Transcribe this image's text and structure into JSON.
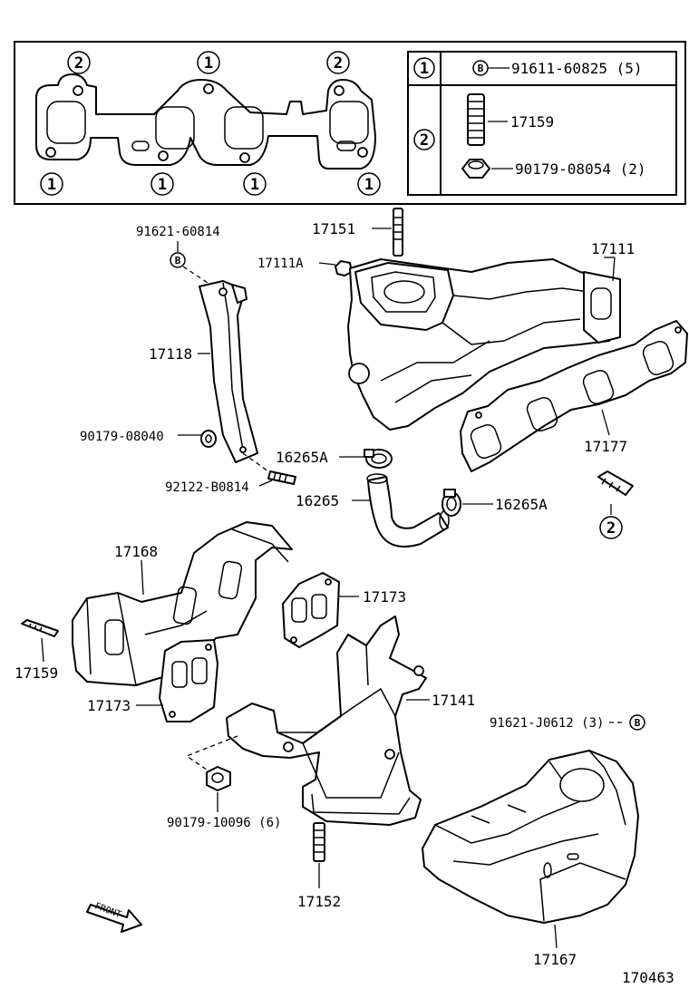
{
  "gasket_markers": {
    "m1": "2",
    "m2": "1",
    "m3": "2",
    "m4": "1",
    "m5": "1",
    "m6": "1",
    "m7": "1"
  },
  "legend": {
    "row1": {
      "marker": "1",
      "bolt_symbol": "B",
      "part": "91611-60825 (5)"
    },
    "row2": {
      "marker": "2",
      "stud_part": "17159",
      "nut_part": "90179-08054 (2)"
    }
  },
  "parts": {
    "bolt_91621_60814": "91621-60814",
    "bolt_symbol_a": "B",
    "stud_17151": "17151",
    "nut_17111a": "17111A",
    "manifold_17111": "17111",
    "bracket_17118": "17118",
    "nut_90179_08040": "90179-08040",
    "clamp_16265a_top": "16265A",
    "gasket_17177": "17177",
    "stud_92122": "92122-B0814",
    "hose_16265": "16265",
    "clamp_16265a_right": "16265A",
    "marker_stud_2": "2",
    "heat_insulator_17168": "17168",
    "gasket_17173_top": "17173",
    "stud_17159": "17159",
    "gasket_17173_left": "17173",
    "manifold_17141": "17141",
    "bolt_91621_j0612": "91621-J0612 (3)",
    "bolt_symbol_b": "B",
    "nut_90179_10096": "90179-10096 (6)",
    "stud_17152": "17152",
    "insulator_17167": "17167",
    "front_label": "FRONT",
    "diagram_number": "170463"
  }
}
